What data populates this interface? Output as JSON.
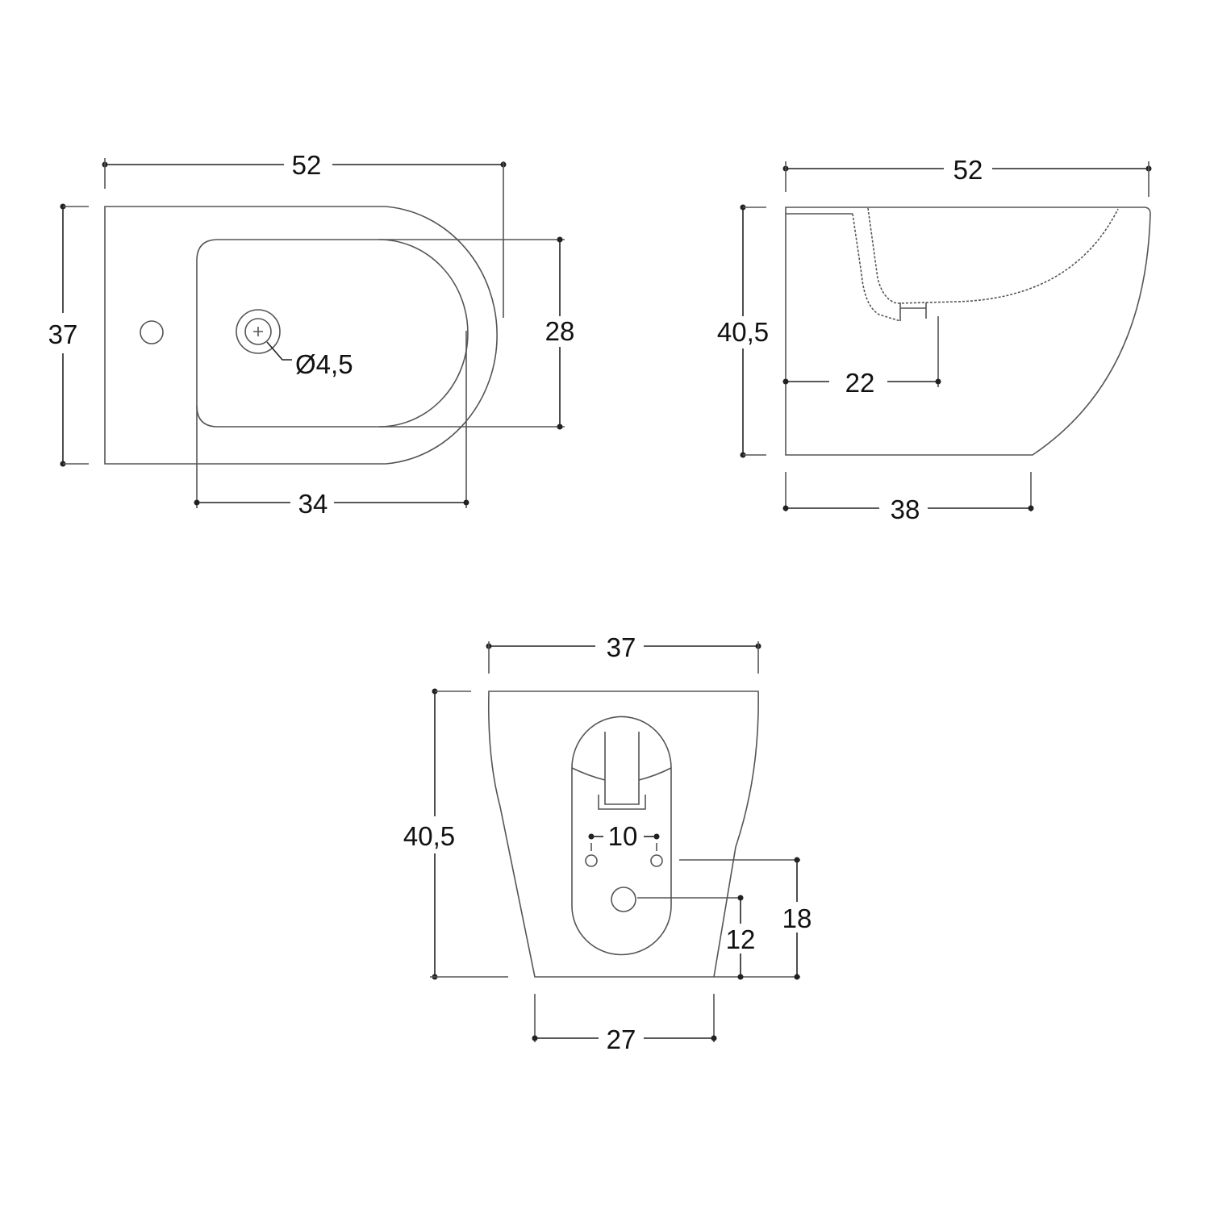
{
  "drawing": {
    "subject": "bidet technical drawing",
    "units": "cm"
  },
  "views": {
    "top": {
      "width": "52",
      "depth": "37",
      "basin_width": "34",
      "basin_depth": "28",
      "tap_hole": "Ø4,5"
    },
    "side": {
      "length": "52",
      "height": "40,5",
      "drain_offset": "22",
      "base_length": "38"
    },
    "rear": {
      "top_width": "37",
      "height": "40,5",
      "bolt_spacing": "10",
      "bolt_height": "18",
      "drain_height": "12",
      "base_width": "27"
    }
  }
}
